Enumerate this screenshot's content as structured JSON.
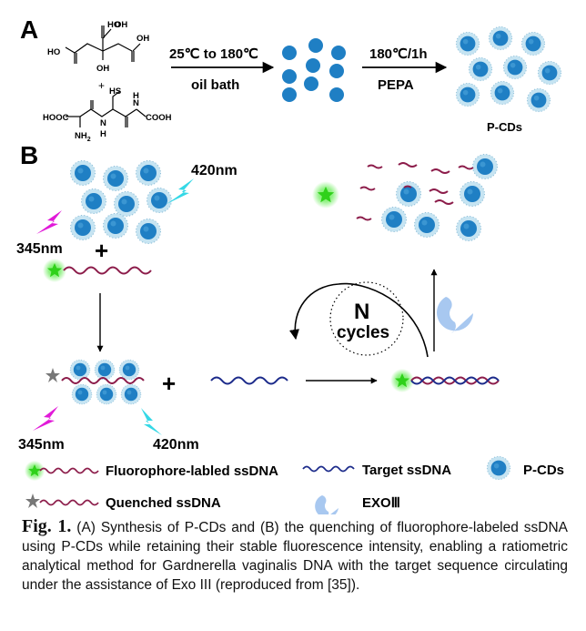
{
  "panel_a": {
    "label": "A",
    "reagent_plus": "+",
    "citric_oh_1": "HO",
    "citric_oh_2": "OH",
    "citric_oh_3": "OH",
    "citric_oh_4": "OH",
    "citric_oh_5": "OH",
    "gsh_hooc": "HOOC",
    "gsh_nh2": "NH",
    "gsh_nh2_sub": "2",
    "gsh_hs": "HS",
    "gsh_h1": "H",
    "gsh_h2": "H",
    "gsh_cooh": "COOH",
    "gsh_n1": "N",
    "gsh_n2": "N",
    "step1_top": "25℃ to 180℃",
    "step1_bottom": "oil bath",
    "step2_top": "180℃/1h",
    "step2_bottom": "PEPA",
    "product_label": "P-CDs"
  },
  "panel_b": {
    "label": "B",
    "excite_420_top": "420nm",
    "excite_345_top": "345nm",
    "plus_1": "+",
    "plus_2": "+",
    "excite_345_bottom": "345nm",
    "excite_420_bottom": "420nm",
    "cycles_n": "N",
    "cycles_word": "cycles"
  },
  "legend": {
    "fluorophore_ssdna": "Fluorophore-labled ssDNA",
    "target_ssdna": "Target ssDNA",
    "pcds": "P-CDs",
    "quenched_ssdna": "Quenched ssDNA",
    "exo": "EXOⅢ"
  },
  "caption": {
    "label": "Fig. 1.",
    "text": "(A) Synthesis of P-CDs and (B) the quenching of fluorophore-labeled ssDNA using P-CDs while retaining their stable fluorescence intensity, enabling a ratiometric analytical method for Gardnerella vaginalis DNA with the target sequence circulating under the assistance of Exo III (reproduced from [35])."
  },
  "colors": {
    "dot_blue": "#1f7fc4",
    "halo": "#b7dcef",
    "dna_maroon": "#8c1c4a",
    "dna_navy": "#1b2a8a",
    "green_star": "#36d11f",
    "magenta_bolt": "#e11ad8",
    "cyan_bolt": "#35d8e6",
    "exo_blue": "#a8c8f0"
  }
}
